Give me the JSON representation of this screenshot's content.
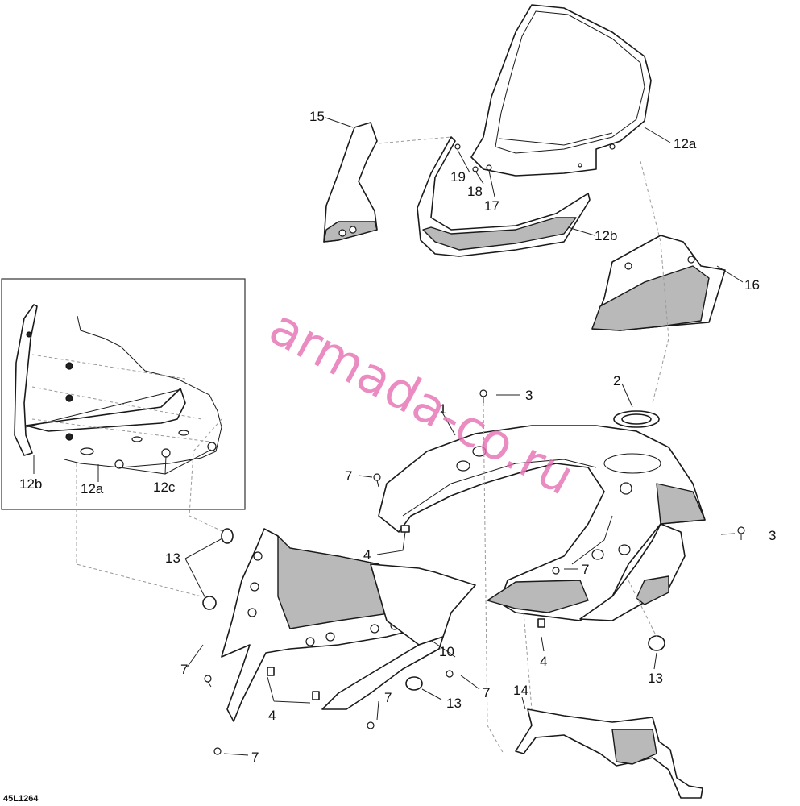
{
  "document_id": "45L1264",
  "watermark": "armada-co.ru",
  "callouts": {
    "c1": "1",
    "c2": "2",
    "c3a": "3",
    "c3b": "3",
    "c4a": "4",
    "c4b": "4",
    "c4c": "4",
    "c7a": "7",
    "c7b": "7",
    "c7c": "7",
    "c7d": "7",
    "c7e": "7",
    "c7f": "7",
    "c10": "10",
    "c12a_top": "12a",
    "c12b_top": "12b",
    "c13a": "13",
    "c13b": "13",
    "c13c": "13",
    "c14": "14",
    "c15": "15",
    "c16": "16",
    "c17": "17",
    "c18": "18",
    "c19": "19",
    "inset_12b": "12b",
    "inset_12a": "12a",
    "inset_12c": "12c"
  }
}
